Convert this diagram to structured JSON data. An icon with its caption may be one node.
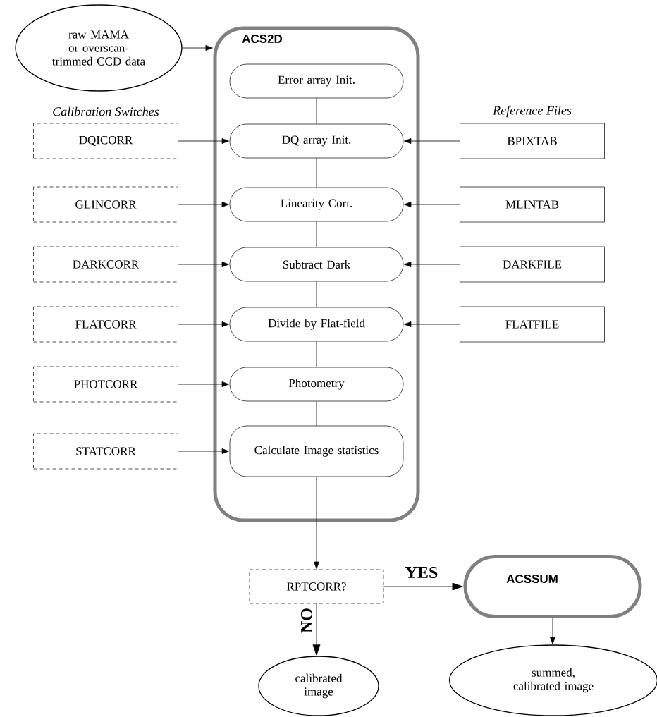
{
  "diagram": {
    "nodes": [
      {
        "text": [
          "raw MAMA or overscan-trimmed CCD data"
        ]
      },
      {
        "text": [
          "ACS2D"
        ]
      },
      {
        "text": [
          "Error array Init."
        ],
        "in": 1
      },
      {
        "text": [
          "DQ array Init."
        ],
        "in": 1
      },
      {
        "text": [
          "Linearity Corr."
        ],
        "in": 1
      },
      {
        "text": [
          "Subtract Dark"
        ],
        "in": 1
      },
      {
        "text": [
          "Divide by Flat-field"
        ],
        "in": 1
      },
      {
        "text": [
          "Photometry"
        ],
        "in": 1
      },
      {
        "text": [
          "Calculate Image statistics"
        ],
        "in": 1
      },
      {
        "text": [
          "DQICORR"
        ]
      },
      {
        "text": [
          "GLINCORR"
        ]
      },
      {
        "text": [
          "DARKCORR"
        ]
      },
      {
        "text": [
          "FLATCORR"
        ]
      },
      {
        "text": [
          "PHOTCORR"
        ]
      },
      {
        "text": [
          "STATCORR"
        ]
      },
      {
        "text": [
          "BPIXTAB"
        ]
      },
      {
        "text": [
          "MLINTAB"
        ]
      },
      {
        "text": [
          "DARKFILE"
        ]
      },
      {
        "text": [
          "FLATFILE"
        ]
      },
      {
        "text": [
          "RPTCORR?"
        ]
      },
      {
        "text": [
          "ACSSUM"
        ]
      },
      {
        "text": [
          "calibrated image"
        ]
      },
      {
        "text": [
          "summed, calibrated image"
        ]
      }
    ],
    "edges": [
      {
        "from": 0,
        "to": 1,
        "arrow": "to"
      },
      {
        "from": 2,
        "to": 3,
        "arrow": "none"
      },
      {
        "from": 3,
        "to": 4,
        "arrow": "none"
      },
      {
        "from": 4,
        "to": 5,
        "arrow": "none"
      },
      {
        "from": 5,
        "to": 6,
        "arrow": "none"
      },
      {
        "from": 6,
        "to": 7,
        "arrow": "none"
      },
      {
        "from": 7,
        "to": 8,
        "arrow": "none"
      },
      {
        "from": 9,
        "to": 3,
        "arrow": "to"
      },
      {
        "from": 10,
        "to": 4,
        "arrow": "to"
      },
      {
        "from": 11,
        "to": 5,
        "arrow": "to"
      },
      {
        "from": 12,
        "to": 6,
        "arrow": "to"
      },
      {
        "from": 13,
        "to": 7,
        "arrow": "to"
      },
      {
        "from": 14,
        "to": 8,
        "arrow": "to"
      },
      {
        "from": 15,
        "to": 3,
        "arrow": "to"
      },
      {
        "from": 16,
        "to": 4,
        "arrow": "to"
      },
      {
        "from": 17,
        "to": 5,
        "arrow": "to"
      },
      {
        "from": 18,
        "to": 6,
        "arrow": "to"
      },
      {
        "from": 8,
        "to": 19,
        "arrow": "to"
      },
      {
        "from": 19,
        "to": 20,
        "arrow": "to",
        "label": "YES"
      },
      {
        "from": 19,
        "to": 21,
        "arrow": "to",
        "label": "NO"
      },
      {
        "from": 20,
        "to": 22,
        "arrow": "to"
      }
    ],
    "labels": [
      "Calibration Switches",
      "Reference Files"
    ]
  }
}
